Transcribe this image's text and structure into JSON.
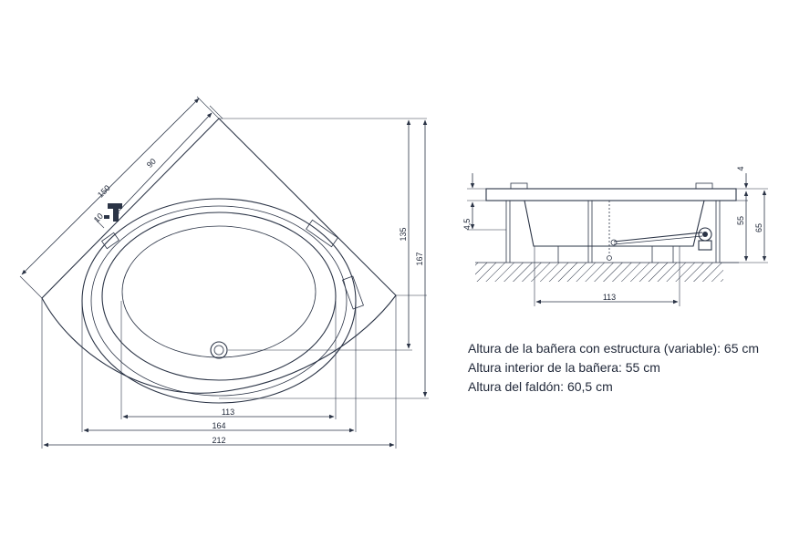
{
  "plan_view": {
    "dims": {
      "width_overall": "212",
      "width_rim": "164",
      "width_interior": "113",
      "height_overall": "167",
      "height_edge": "135",
      "diagonal_front": "150",
      "diagonal_inner": "90",
      "tap_offset": "10"
    }
  },
  "side_view": {
    "dims": {
      "rim_top": "4",
      "rim_small": "4,5",
      "interior_depth": "55",
      "total_height": "65",
      "base_length": "113"
    }
  },
  "specs": [
    "Altura de la bañera con estructura (variable): 65 cm",
    "Altura interior de la bañera:  55 cm",
    "Altura del faldón: 60,5 cm"
  ],
  "colors": {
    "line": "#2b3446",
    "background": "#ffffff"
  }
}
